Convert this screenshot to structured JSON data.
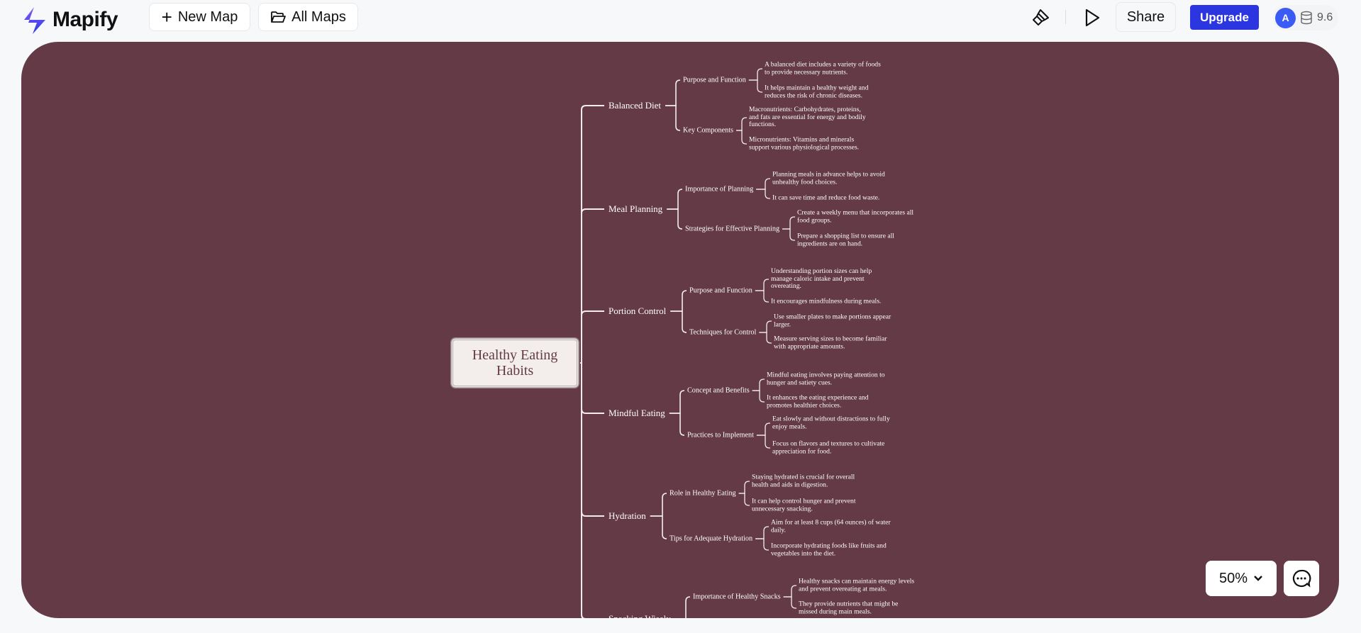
{
  "header": {
    "logo": "Mapify",
    "new_map": "New Map",
    "all_maps": "All Maps",
    "share": "Share",
    "upgrade": "Upgrade",
    "avatar_initial": "A",
    "credits": "9.6",
    "colors": {
      "upgrade": "#2b35e0",
      "avatar": "#3b5bf5",
      "canvas": "#633a45"
    }
  },
  "map": {
    "root": "Healthy Eating Habits",
    "branches": [
      {
        "label": "Balanced Diet",
        "children": [
          {
            "label": "Purpose and Function",
            "leaves": [
              "A balanced diet includes a variety of foods\nto provide necessary nutrients.",
              "It helps maintain a healthy weight and\nreduces the risk of chronic diseases."
            ]
          },
          {
            "label": "Key Components",
            "leaves": [
              "Macronutrients: Carbohydrates, proteins,\nand fats are essential for energy and bodily\nfunctions.",
              "Micronutrients: Vitamins and minerals\nsupport various physiological processes."
            ]
          }
        ]
      },
      {
        "label": "Meal Planning",
        "children": [
          {
            "label": "Importance of Planning",
            "leaves": [
              "Planning meals in advance helps to avoid\nunhealthy food choices.",
              "It can save time and reduce food waste."
            ]
          },
          {
            "label": "Strategies for Effective Planning",
            "leaves": [
              "Create a weekly menu that incorporates all\nfood groups.",
              "Prepare a shopping list to ensure all\ningredients are on hand."
            ]
          }
        ]
      },
      {
        "label": "Portion Control",
        "children": [
          {
            "label": "Purpose and Function",
            "leaves": [
              "Understanding portion sizes can help\nmanage caloric intake and prevent\novereating.",
              "It encourages mindfulness during meals."
            ]
          },
          {
            "label": "Techniques for Control",
            "leaves": [
              "Use smaller plates to make portions appear\nlarger.",
              "Measure serving sizes to become familiar\nwith appropriate amounts."
            ]
          }
        ]
      },
      {
        "label": "Mindful Eating",
        "children": [
          {
            "label": "Concept and Benefits",
            "leaves": [
              "Mindful eating involves paying attention to\nhunger and satiety cues.",
              "It enhances the eating experience and\npromotes healthier choices."
            ]
          },
          {
            "label": "Practices to Implement",
            "leaves": [
              "Eat slowly and without distractions to fully\nenjoy meals.",
              "Focus on flavors and textures to cultivate\nappreciation for food."
            ]
          }
        ]
      },
      {
        "label": "Hydration",
        "children": [
          {
            "label": "Role in Healthy Eating",
            "leaves": [
              "Staying hydrated is crucial for overall\nhealth and aids in digestion.",
              "It can help control hunger and prevent\nunnecessary snacking."
            ]
          },
          {
            "label": "Tips for Adequate Hydration",
            "leaves": [
              "Aim for at least 8 cups (64 ounces) of water\ndaily.",
              "Incorporate hydrating foods like fruits and\nvegetables into the diet."
            ]
          }
        ]
      },
      {
        "label": "Snacking Wisely",
        "children": [
          {
            "label": "Importance of Healthy Snacks",
            "leaves": [
              "Healthy snacks can maintain energy levels\nand prevent overeating at meals.",
              "They provide nutrients that might be\nmissed during main meals."
            ]
          }
        ]
      }
    ]
  },
  "controls": {
    "zoom": "50%"
  }
}
